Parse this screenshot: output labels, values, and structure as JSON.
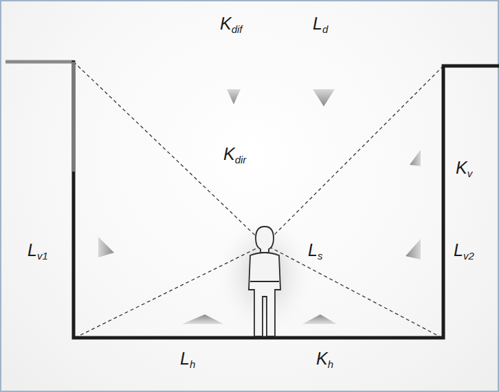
{
  "diagram": {
    "labels": [
      "Kdif",
      "Ld",
      "Kdir",
      "Lv1",
      "Ls",
      "Kv",
      "Lv2",
      "Lh",
      "Kh"
    ]
  }
}
